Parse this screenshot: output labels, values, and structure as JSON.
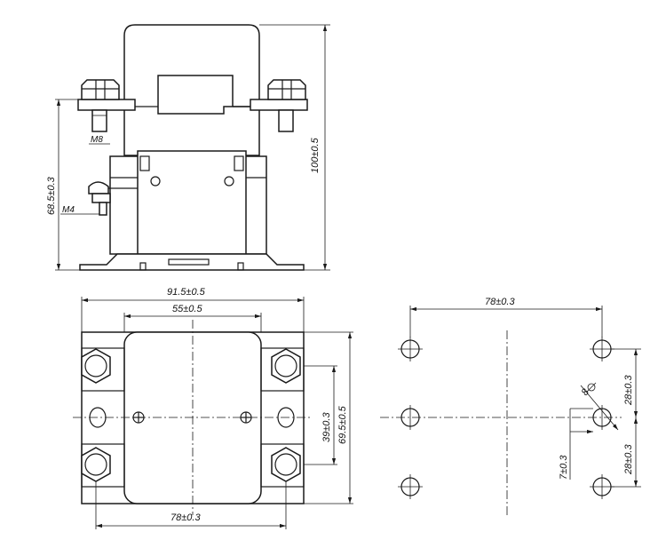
{
  "labels": {
    "m8": "M8",
    "m4": "M4",
    "height_side": "68.5±0.3",
    "height_total": "100±0.5",
    "width_outer": "91.5±0.5",
    "width_inner": "55±0.5",
    "pitch_bottom": "78±0.3",
    "v_inner": "39±0.3",
    "v_outer": "69.5±0.5",
    "hole_pitch": "78±0.3",
    "hole_dia": "8",
    "hole_offset": "7±0.3",
    "hole_v_top": "28±0.3",
    "hole_v_bottom": "28±0.3"
  }
}
